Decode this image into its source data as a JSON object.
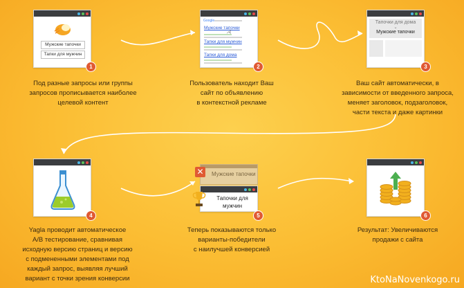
{
  "steps": [
    {
      "number": "1",
      "caption": "Под разные запросы или группы\nзапросов прописывается наиболее\nцелевой контент",
      "field1": "Мужские тапочки",
      "field2": "Тапки для мужчин"
    },
    {
      "number": "2",
      "caption": "Пользователь находит Ваш\nсайт по объявлению\nв контекстной рекламе",
      "search_logo": "Google",
      "ad_title": "Мужские тапочки",
      "link1": "Тапки для мужчин",
      "link2": "Тапки для дома"
    },
    {
      "number": "3",
      "caption": "Ваш сайт автоматически, в\nзависимости от введенного запроса,\nменяет заголовок, подзаголовок,\nчасти текста и даже картинки",
      "title_top": "Тапочки для дома",
      "title_bottom": "Мужские тапочки"
    },
    {
      "number": "4",
      "caption": "Yagla проводит автоматическое\nA/B тестирование, сравнивая\nисходную версию страниц и версию\nс подмененными элементами под\nкаждый запрос, выявляя лучший\nвариант с точки зрения конверсии"
    },
    {
      "number": "5",
      "caption": "Теперь показываются только\nварианты-победители\nс наилучшей конверсией",
      "loser": "Мужские тапочки",
      "winner": "Тапочки для\nмужчин"
    },
    {
      "number": "6",
      "caption": "Результат: Увеличиваются\nпродажи с сайта"
    }
  ],
  "watermark": "KtoNaNovenkogo.ru",
  "colors": {
    "badge": "#e05a33",
    "background": "#fbbd33",
    "window_bar": "#3b3d40",
    "link": "#2a5bd7"
  }
}
